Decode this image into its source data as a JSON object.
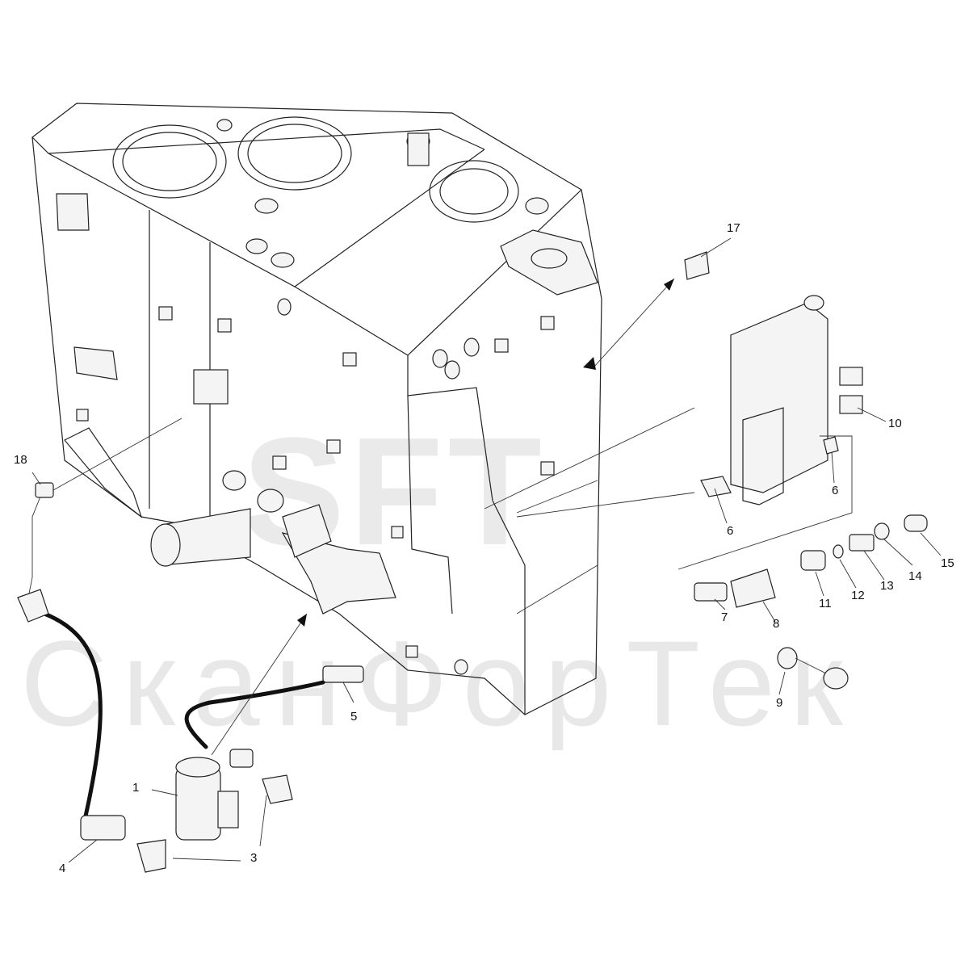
{
  "watermark": {
    "brand": "SFT",
    "company": "СканФорТек"
  },
  "callouts": [
    {
      "id": "1",
      "text": "1"
    },
    {
      "id": "3",
      "text": "3"
    },
    {
      "id": "4",
      "text": "4"
    },
    {
      "id": "5",
      "text": "5"
    },
    {
      "id": "6a",
      "text": "6"
    },
    {
      "id": "6b",
      "text": "6"
    },
    {
      "id": "7",
      "text": "7"
    },
    {
      "id": "8",
      "text": "8"
    },
    {
      "id": "9",
      "text": "9"
    },
    {
      "id": "10",
      "text": "10"
    },
    {
      "id": "11",
      "text": "11"
    },
    {
      "id": "12",
      "text": "12"
    },
    {
      "id": "13",
      "text": "13"
    },
    {
      "id": "14",
      "text": "14"
    },
    {
      "id": "15",
      "text": "15"
    },
    {
      "id": "17",
      "text": "17"
    },
    {
      "id": "18",
      "text": "18"
    }
  ]
}
